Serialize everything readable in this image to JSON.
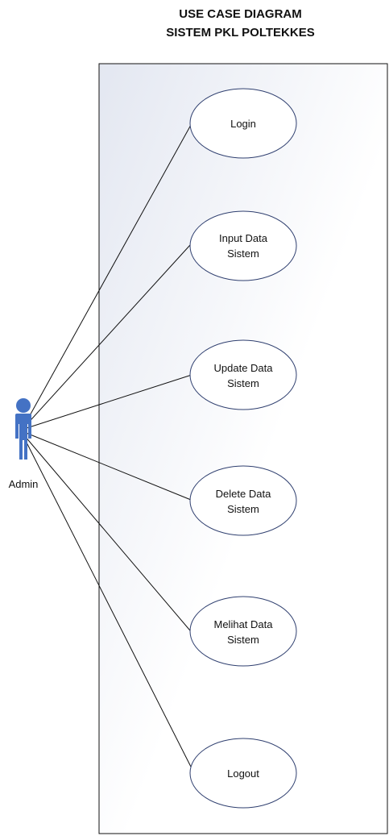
{
  "diagram": {
    "title_line1": "USE CASE DIAGRAM",
    "title_line2": "SISTEM PKL POLTEKKES",
    "actor": {
      "label": "Admin",
      "color": "#4472c4"
    },
    "use_cases": [
      {
        "line1": "Login",
        "line2": ""
      },
      {
        "line1": "Input Data",
        "line2": "Sistem"
      },
      {
        "line1": "Update Data",
        "line2": "Sistem"
      },
      {
        "line1": "Delete Data",
        "line2": "Sistem"
      },
      {
        "line1": "Melihat Data",
        "line2": "Sistem"
      },
      {
        "line1": "Logout",
        "line2": ""
      }
    ]
  }
}
